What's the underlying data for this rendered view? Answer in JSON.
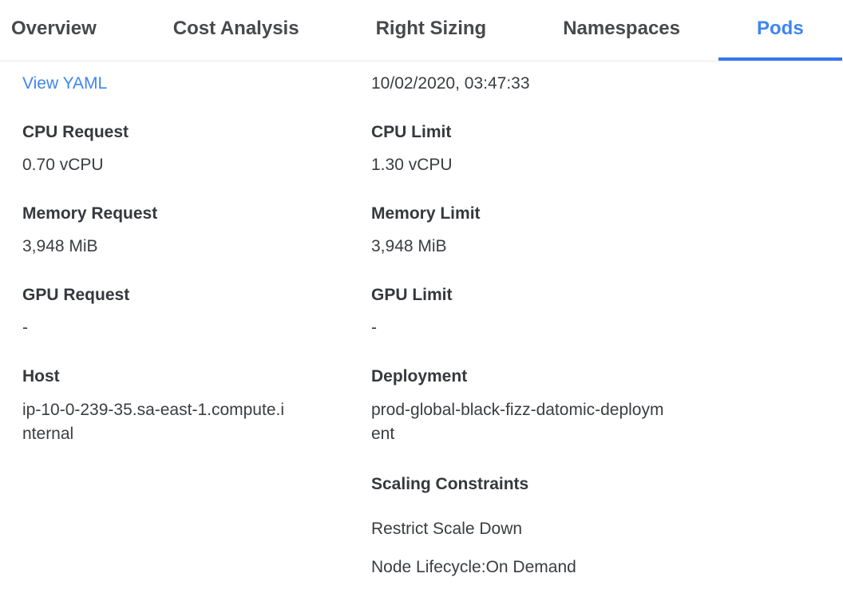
{
  "colors": {
    "accent": "#3e85f3",
    "underline": "#3478ef",
    "tab_text": "#47494c",
    "label_text": "#35383c",
    "value_text": "#3a3d41",
    "divider": "#e9e9ea",
    "background": "#ffffff"
  },
  "tabs": {
    "items": [
      {
        "label": "Overview",
        "active": false
      },
      {
        "label": "Cost Analysis",
        "active": false
      },
      {
        "label": "Right Sizing",
        "active": false
      },
      {
        "label": "Namespaces",
        "active": false
      },
      {
        "label": "Pods",
        "active": true
      }
    ]
  },
  "pod_details": {
    "view_yaml": "View YAML",
    "created_at": "10/02/2020, 03:47:33",
    "fields": {
      "cpu_request": {
        "label": "CPU Request",
        "value": "0.70 vCPU"
      },
      "cpu_limit": {
        "label": "CPU Limit",
        "value": "1.30 vCPU"
      },
      "memory_request": {
        "label": "Memory Request",
        "value": "3,948 MiB"
      },
      "memory_limit": {
        "label": "Memory Limit",
        "value": "3,948 MiB"
      },
      "gpu_request": {
        "label": "GPU Request",
        "value": "-"
      },
      "gpu_limit": {
        "label": "GPU Limit",
        "value": "-"
      },
      "host": {
        "label": "Host",
        "value": "ip-10-0-239-35.sa-east-1.compute.internal"
      },
      "deployment": {
        "label": "Deployment",
        "value": "prod-global-black-fizz-datomic-deployment"
      }
    },
    "scaling_constraints": {
      "label": "Scaling Constraints",
      "items": [
        "Restrict Scale Down",
        "Node Lifecycle:On Demand"
      ]
    }
  }
}
